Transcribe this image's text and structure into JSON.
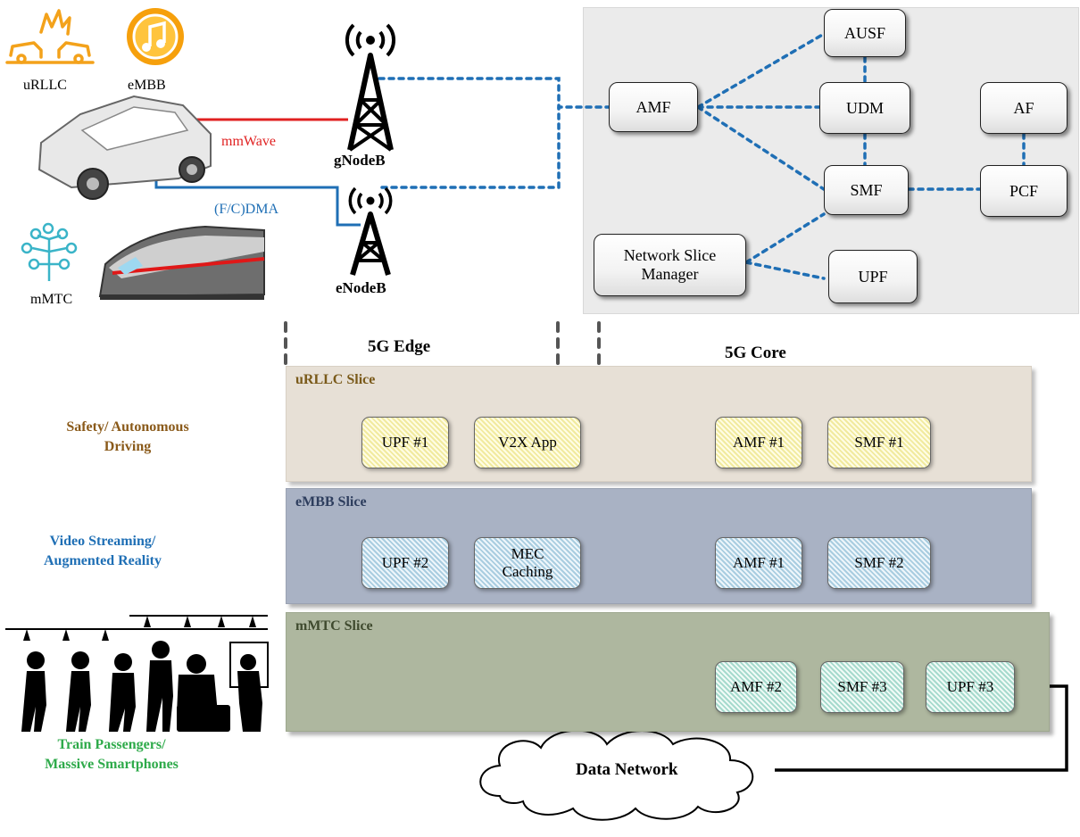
{
  "icons": {
    "urllc_label": "uRLLC",
    "embb_label": "eMBB",
    "mmtc_label": "mMTC"
  },
  "links": {
    "mmwave": "mmWave",
    "fcdma": "(F/C)DMA"
  },
  "stations": {
    "gnodeb": "gNodeB",
    "enodeb": "eNodeB"
  },
  "core": {
    "ausf": "AUSF",
    "amf": "AMF",
    "udm": "UDM",
    "af": "AF",
    "smf": "SMF",
    "pcf": "PCF",
    "nsm_line1": "Network Slice",
    "nsm_line2": "Manager",
    "upf": "UPF"
  },
  "regions": {
    "edge": "5G Edge",
    "core": "5G Core"
  },
  "slices": {
    "urllc": {
      "title": "uRLLC Slice",
      "use_case_line1": "Safety/ Autonomous",
      "use_case_line2": "Driving",
      "functions": [
        "UPF #1",
        "V2X App",
        "AMF #1",
        "SMF #1"
      ]
    },
    "embb": {
      "title": "eMBB Slice",
      "use_case_line1": "Video Streaming/",
      "use_case_line2": "Augmented Reality",
      "functions": [
        "UPF #2",
        "MEC",
        "Caching",
        "AMF #1",
        "SMF #2"
      ]
    },
    "mmtc": {
      "title": "mMTC Slice",
      "use_case_line1": "Train Passengers/",
      "use_case_line2": "Massive Smartphones",
      "functions": [
        "AMF #2",
        "SMF #3",
        "UPF #3"
      ]
    }
  },
  "data_network": "Data Network",
  "colors": {
    "dotted_link": "#1f6fb5",
    "mmwave_link": "#e02020",
    "fcdma_link": "#1f6fb5",
    "urllc_text": "#7a5a1a",
    "embb_text": "#1f6fb5",
    "mmtc_text": "#2eaa4a",
    "core_background": "#ebebeb"
  }
}
